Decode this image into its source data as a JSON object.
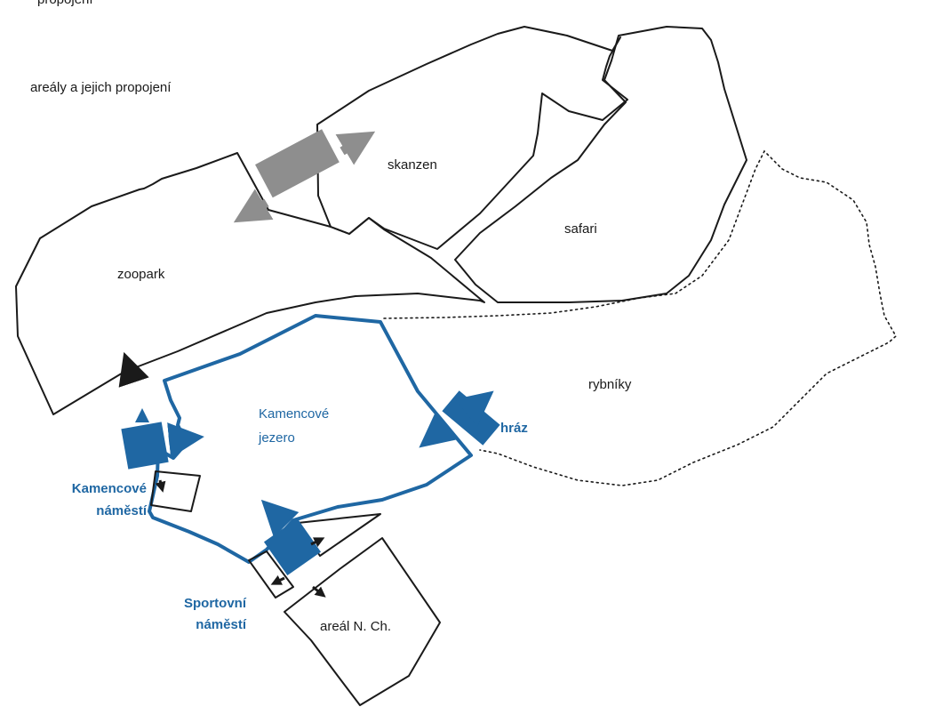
{
  "title": "areály a jejich propojení",
  "top_cut_text": "propojení",
  "colors": {
    "outline": "#1a1a1a",
    "lake_blue": "#1f67a3",
    "gate_grey": "#8e8e8e",
    "arrow_black": "#1a1a1a"
  },
  "areas": {
    "zoopark": "zoopark",
    "skanzen": "skanzen",
    "safari": "safari",
    "rybniky": "rybníky",
    "lake_line1": "Kamencové",
    "lake_line2": "jezero",
    "areal_nch": "areál N. Ch."
  },
  "places": {
    "kamencove_namesti_line1": "Kamencové",
    "kamencove_namesti_line2": "náměstí",
    "sportovni_namesti_line1": "Sportovní",
    "sportovni_namesti_line2": "náměstí",
    "hraz": "hráz"
  },
  "icons": {
    "gate": "gate-block-icon",
    "arrow": "arrow-icon",
    "double_arrow": "double-arrow-icon"
  }
}
